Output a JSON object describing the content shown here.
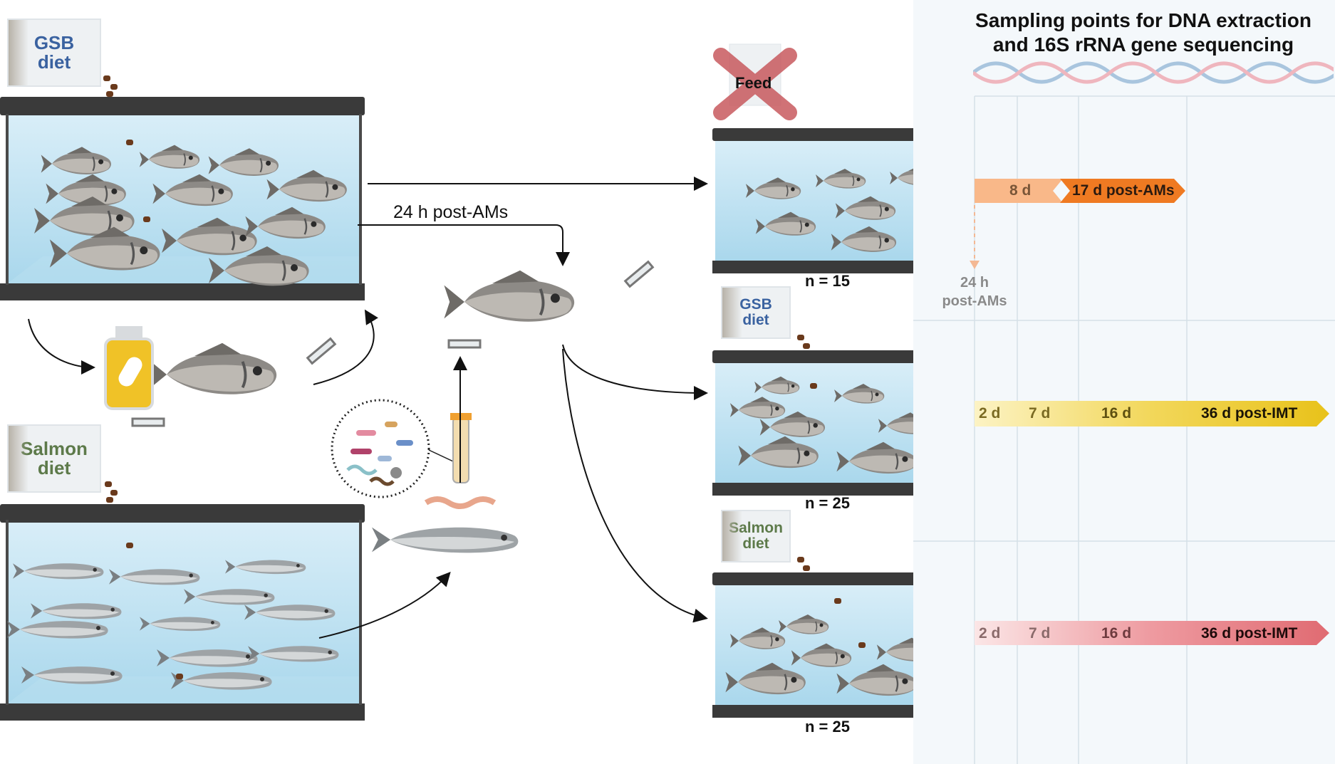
{
  "title_line1": "Sampling points for DNA extraction",
  "title_line2": "and 16S rRNA gene sequencing",
  "diets": {
    "gsb_line1": "GSB",
    "gsb_line2": "diet",
    "salmon_line1": "Salmon",
    "salmon_line2": "diet"
  },
  "feed_label": "Feed",
  "arrow_label": "24 h post-AMs",
  "tanks": {
    "n_top": "n = 15",
    "n_mid": "n = 25",
    "n_bottom": "n = 25"
  },
  "timeline_top": {
    "labels": [
      "8 d",
      "17 d post-AMs"
    ],
    "color_light": "#f7b27a",
    "color_dark": "#ef7a22"
  },
  "timeline_note_line1": "24 h",
  "timeline_note_line2": "post-AMs",
  "timeline_mid": {
    "labels": [
      "2 d",
      "7 d",
      "16 d",
      "36 d post-IMT"
    ],
    "color_light": "#faf0b4",
    "color_dark": "#e8c21a"
  },
  "timeline_bottom": {
    "labels": [
      "2 d",
      "7 d",
      "16 d",
      "36 d post-IMT"
    ],
    "color_light": "#fbe0e0",
    "color_dark": "#e06b72"
  },
  "colors": {
    "water": "#c7e6f4",
    "tank_frame": "#3a3a3a",
    "panel_bg": "#f4f8fb"
  }
}
